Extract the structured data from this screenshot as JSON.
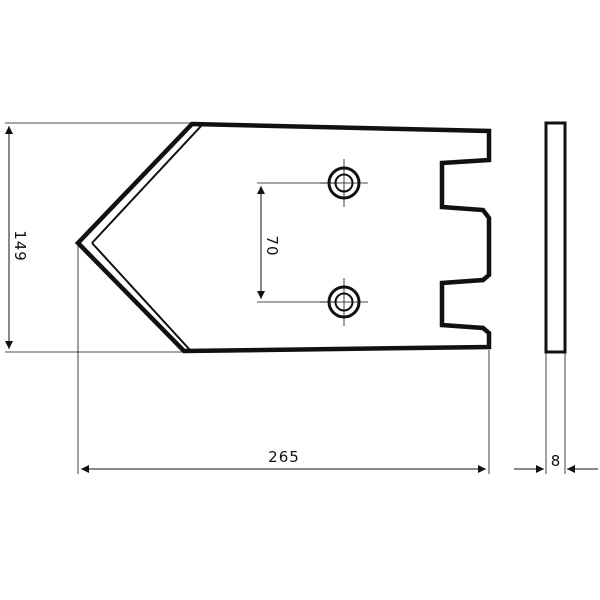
{
  "drawing": {
    "dimensions": {
      "height": "149",
      "hole_spacing": "70",
      "length": "265",
      "thickness": "8"
    },
    "colors": {
      "line": "#111111",
      "background": "#ffffff"
    }
  }
}
